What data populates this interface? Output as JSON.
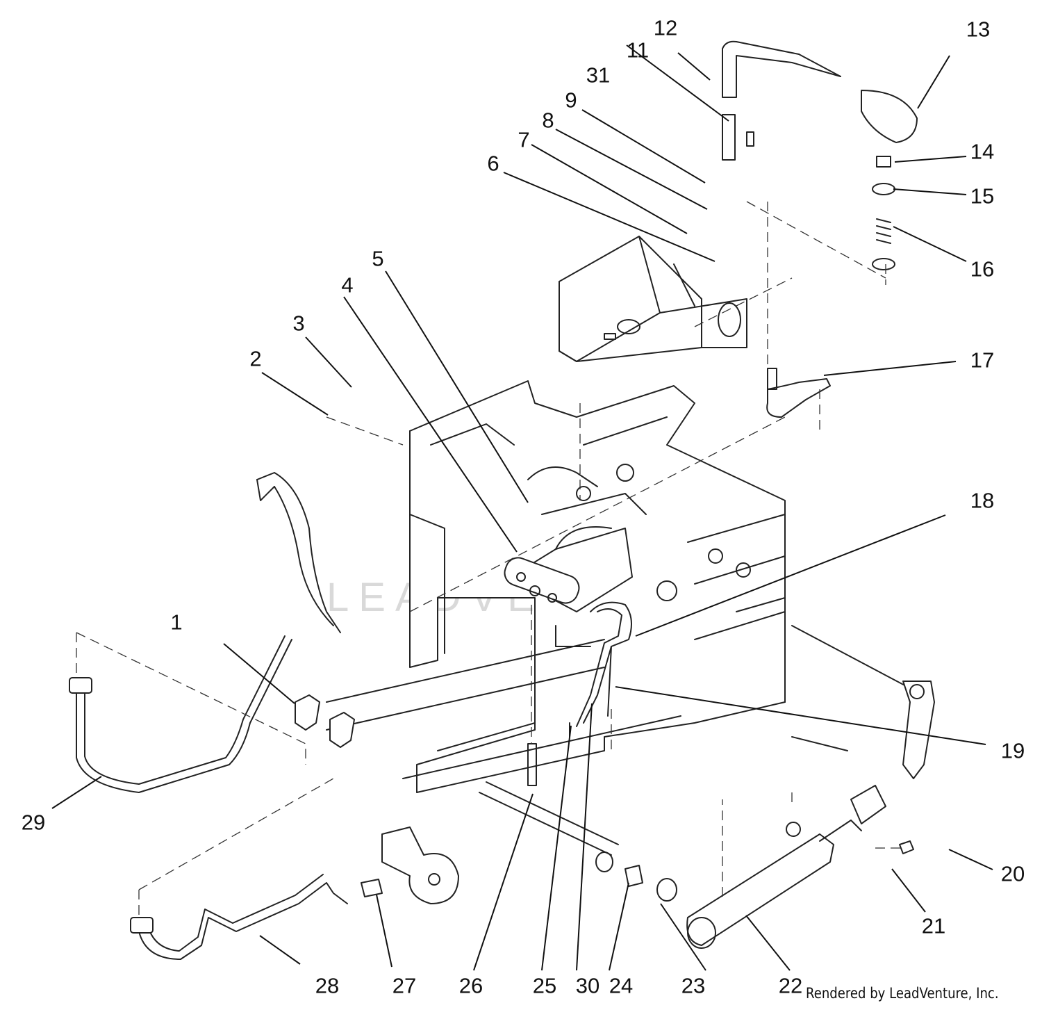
{
  "diagram": {
    "callouts": [
      {
        "id": "1",
        "label": "1"
      },
      {
        "id": "2",
        "label": "2"
      },
      {
        "id": "3",
        "label": "3"
      },
      {
        "id": "4",
        "label": "4"
      },
      {
        "id": "5",
        "label": "5"
      },
      {
        "id": "6",
        "label": "6"
      },
      {
        "id": "7",
        "label": "7"
      },
      {
        "id": "8",
        "label": "8"
      },
      {
        "id": "9",
        "label": "9"
      },
      {
        "id": "11",
        "label": "11"
      },
      {
        "id": "12",
        "label": "12"
      },
      {
        "id": "13",
        "label": "13"
      },
      {
        "id": "14",
        "label": "14"
      },
      {
        "id": "15",
        "label": "15"
      },
      {
        "id": "16",
        "label": "16"
      },
      {
        "id": "17",
        "label": "17"
      },
      {
        "id": "18",
        "label": "18"
      },
      {
        "id": "19",
        "label": "19"
      },
      {
        "id": "20",
        "label": "20"
      },
      {
        "id": "21",
        "label": "21"
      },
      {
        "id": "22",
        "label": "22"
      },
      {
        "id": "23",
        "label": "23"
      },
      {
        "id": "24",
        "label": "24"
      },
      {
        "id": "25",
        "label": "25"
      },
      {
        "id": "26",
        "label": "26"
      },
      {
        "id": "27",
        "label": "27"
      },
      {
        "id": "28",
        "label": "28"
      },
      {
        "id": "29",
        "label": "29"
      },
      {
        "id": "30",
        "label": "30"
      },
      {
        "id": "31",
        "label": "31"
      }
    ],
    "watermark": "LEADVENTURE",
    "credit": "Rendered by LeadVenture, Inc.",
    "colors": {
      "line": "#222222",
      "background": "#ffffff",
      "watermark": "#d9d9d9"
    }
  }
}
